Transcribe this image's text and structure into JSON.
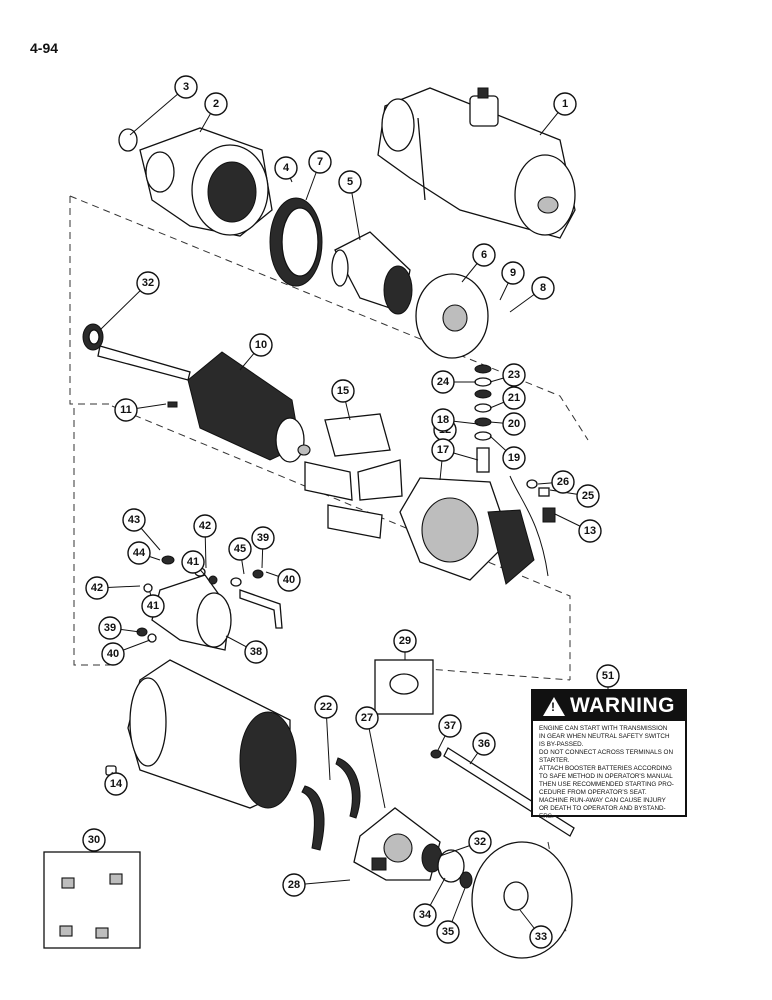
{
  "page": {
    "number": "4-94"
  },
  "callouts": [
    "1",
    "2",
    "3",
    "4",
    "5",
    "6",
    "7",
    "8",
    "9",
    "10",
    "11",
    "12",
    "13",
    "14",
    "15",
    "17",
    "18",
    "19",
    "20",
    "21",
    "22",
    "23",
    "24",
    "25",
    "26",
    "27",
    "28",
    "29",
    "30",
    "32",
    "33",
    "34",
    "35",
    "36",
    "37",
    "38",
    "39",
    "40",
    "41",
    "42",
    "43",
    "44",
    "45",
    "51"
  ],
  "warning_label": {
    "title": "WARNING",
    "icon_mark": "!",
    "lines": [
      "ENGINE CAN START WITH TRANSMISSION",
      "IN GEAR WHEN NEUTRAL SAFETY SWITCH",
      "IS BY-PASSED.",
      "DO NOT CONNECT ACROSS TERMINALS ON",
      "STARTER.",
      "ATTACH BOOSTER BATTERIES ACCORDING",
      "TO SAFE METHOD IN OPERATOR'S MANUAL",
      "THEN USE RECOMMENDED STARTING PRO-",
      "CEDURE FROM OPERATOR'S SEAT.",
      "MACHINE RUN-AWAY CAN CAUSE INJURY",
      "OR DEATH TO OPERATOR AND BYSTAND-",
      "ERS."
    ]
  }
}
